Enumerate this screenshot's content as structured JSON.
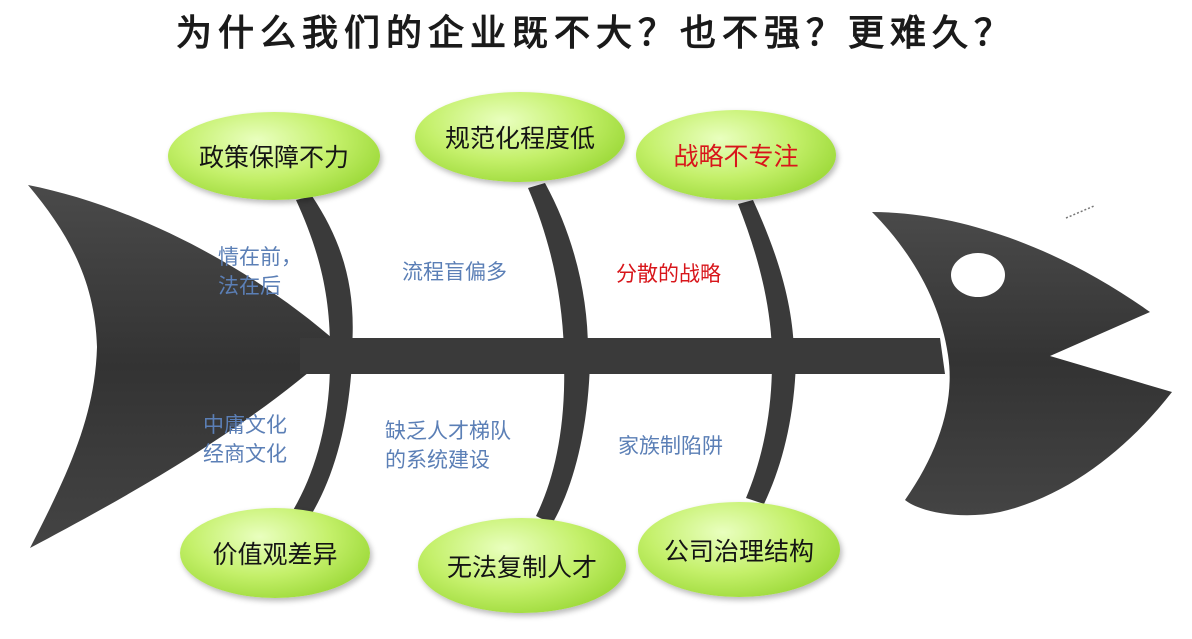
{
  "title": "为什么我们的企业既不大？也不强？更难久？",
  "bubbles": {
    "top_left": "政策保障不力",
    "top_mid": "规范化程度低",
    "top_right": "战略不专注",
    "bottom_left": "价值观差异",
    "bottom_mid": "无法复制人才",
    "bottom_right": "公司治理结构"
  },
  "causes": {
    "top_left": [
      "情在前，",
      "法在后"
    ],
    "top_mid": "流程盲偏多",
    "top_right": "分散的战略",
    "bottom_left": [
      "中庸文化",
      "经商文化"
    ],
    "bottom_mid": [
      "缺乏人才梯队",
      "的系统建设"
    ],
    "bottom_right": "家族制陷阱"
  },
  "colors": {
    "fish": "#3a3a3a",
    "bubble": "#b6e85a",
    "cause_text": "#5b7fb6",
    "highlight": "#d8161b"
  }
}
